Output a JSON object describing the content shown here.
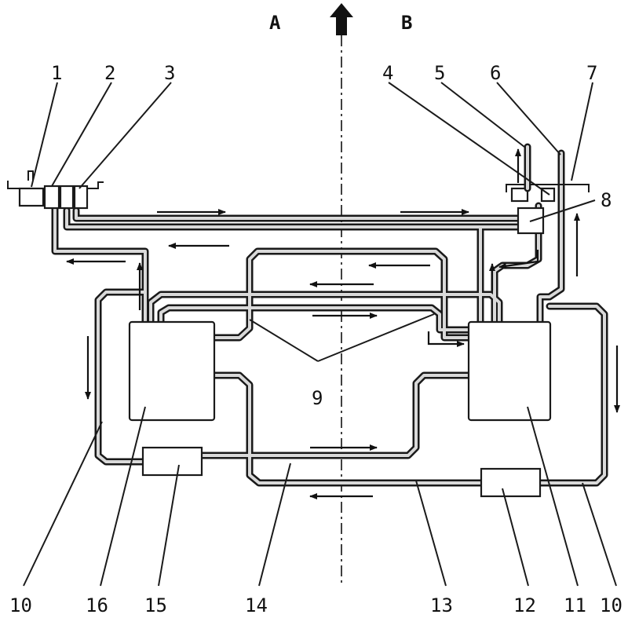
{
  "labels": {
    "side_a": "A",
    "side_b": "B",
    "n1": "1",
    "n2": "2",
    "n3": "3",
    "n4": "4",
    "n5": "5",
    "n6": "6",
    "n7": "7",
    "n8": "8",
    "n9": "9",
    "n10_left": "10",
    "n16": "16",
    "n15": "15",
    "n14": "14",
    "n13": "13",
    "n12": "12",
    "n11": "11",
    "n10_right": "10"
  },
  "colors": {
    "line": "#1a1a1a",
    "pipe_inner": "#d9d9d9",
    "background": "#ffffff"
  }
}
